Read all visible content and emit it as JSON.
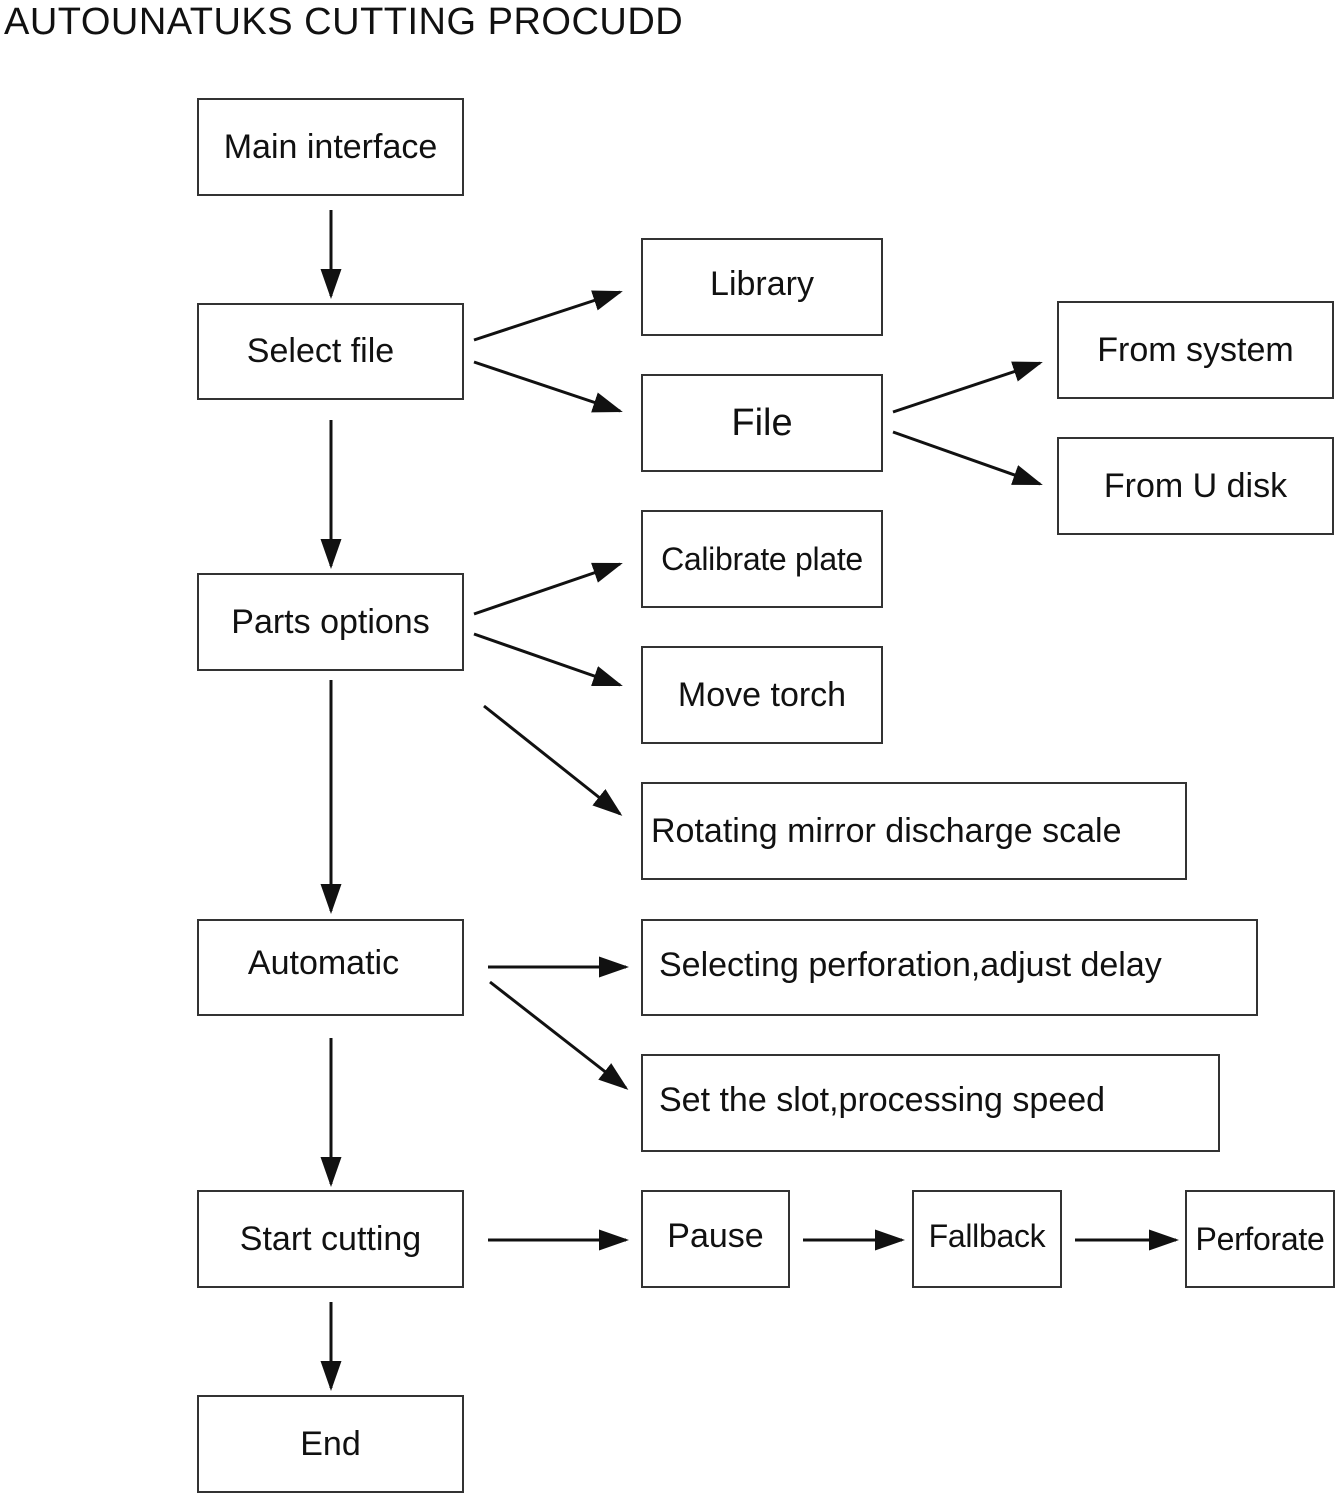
{
  "title": "AUTOUNATUKS  CUTTING PROCUDD",
  "nodes": {
    "main_interface": "Main interface",
    "select_file": "Select file",
    "parts_options": "Parts options",
    "automatic": "Automatic",
    "start_cutting": "Start cutting",
    "end": "End",
    "library": "Library",
    "file": "File",
    "from_system": "From system",
    "from_u_disk": "From U disk",
    "calibrate_plate": "Calibrate plate",
    "move_torch": "Move torch",
    "rotating_mirror": "Rotating mirror discharge scale",
    "selecting_perforation": "Selecting perforation,adjust delay",
    "set_slot": "Set the slot,processing speed",
    "pause": "Pause",
    "fallback": "Fallback",
    "perforate": "Perforate"
  },
  "colors": {
    "line": "#111111",
    "border": "#333333",
    "background": "#ffffff"
  }
}
